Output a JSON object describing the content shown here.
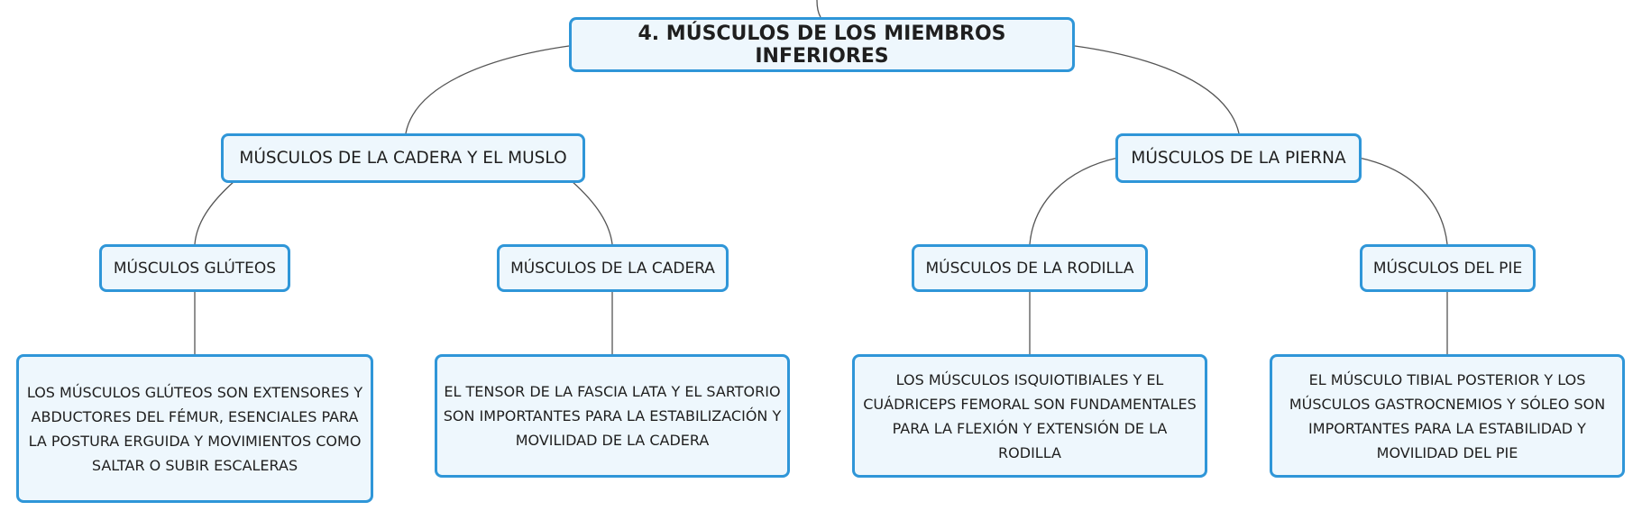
{
  "colors": {
    "node_border": "#2f96d8",
    "node_fill": "#eef7fd",
    "connector": "#555555",
    "text": "#1f1f1f"
  },
  "root": {
    "label": "4. MÚSCULOS DE LOS MIEMBROS INFERIORES"
  },
  "branches": {
    "cadera_muslo": {
      "label": "MÚSCULOS DE LA CADERA Y EL MUSLO",
      "children": {
        "gluteos": {
          "label": "MÚSCULOS GLÚTEOS",
          "detail": "LOS MÚSCULOS GLÚTEOS SON EXTENSORES Y ABDUCTORES DEL FÉMUR, ESENCIALES PARA LA POSTURA ERGUIDA Y MOVIMIENTOS COMO SALTAR O SUBIR ESCALERAS"
        },
        "cadera": {
          "label": "MÚSCULOS DE LA CADERA",
          "detail": "EL TENSOR DE LA FASCIA LATA Y EL SARTORIO SON IMPORTANTES PARA LA ESTABILIZACIÓN Y MOVILIDAD DE LA CADERA"
        }
      }
    },
    "pierna": {
      "label": "MÚSCULOS DE LA PIERNA",
      "children": {
        "rodilla": {
          "label": "MÚSCULOS DE LA RODILLA",
          "detail": "LOS MÚSCULOS ISQUIOTIBIALES Y EL CUÁDRICEPS FEMORAL SON FUNDAMENTALES PARA LA FLEXIÓN Y EXTENSIÓN DE LA RODILLA"
        },
        "pie": {
          "label": "MÚSCULOS DEL PIE",
          "detail": "EL MÚSCULO TIBIAL POSTERIOR Y LOS MÚSCULOS GASTROCNEMIOS Y SÓLEO SON IMPORTANTES PARA LA ESTABILIDAD Y MOVILIDAD DEL PIE"
        }
      }
    }
  }
}
